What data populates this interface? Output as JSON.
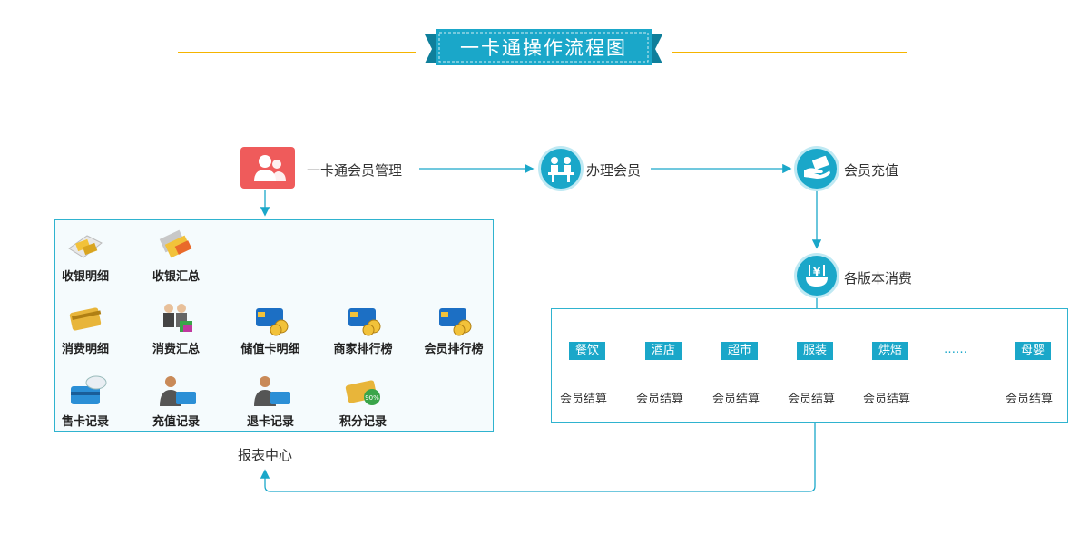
{
  "title": "一卡通操作流程图",
  "colors": {
    "accent": "#1aa7c9",
    "line": "#f5b400",
    "member_icon": "#ef5b5b"
  },
  "nodes": {
    "member_mgmt": {
      "label": "一卡通会员管理",
      "icon": "users-icon"
    },
    "register": {
      "label": "办理会员",
      "icon": "counter-service-icon"
    },
    "recharge": {
      "label": "会员充值",
      "icon": "card-payment-icon"
    },
    "consume": {
      "label": "各版本消费",
      "icon": "yen-consume-icon"
    }
  },
  "report_center": {
    "label": "报表中心",
    "items": [
      {
        "label": "收银明细",
        "icon": "cash-detail-icon"
      },
      {
        "label": "收银汇总",
        "icon": "cash-summary-icon"
      },
      {
        "label": "消费明细",
        "icon": "consume-detail-icon"
      },
      {
        "label": "消费汇总",
        "icon": "consume-summary-icon"
      },
      {
        "label": "储值卡明细",
        "icon": "stored-card-icon"
      },
      {
        "label": "商家排行榜",
        "icon": "merchant-rank-icon"
      },
      {
        "label": "会员排行榜",
        "icon": "member-rank-icon"
      },
      {
        "label": "售卡记录",
        "icon": "card-sale-icon"
      },
      {
        "label": "充值记录",
        "icon": "recharge-record-icon"
      },
      {
        "label": "退卡记录",
        "icon": "card-return-icon"
      },
      {
        "label": "积分记录",
        "icon": "points-record-icon"
      }
    ]
  },
  "versions": {
    "items": [
      {
        "label": "餐饮",
        "settle": "会员结算"
      },
      {
        "label": "酒店",
        "settle": "会员结算"
      },
      {
        "label": "超市",
        "settle": "会员结算"
      },
      {
        "label": "服装",
        "settle": "会员结算"
      },
      {
        "label": "烘焙",
        "settle": "会员结算"
      },
      {
        "label": "母婴",
        "settle": "会员结算"
      }
    ],
    "ellipsis": "……"
  }
}
